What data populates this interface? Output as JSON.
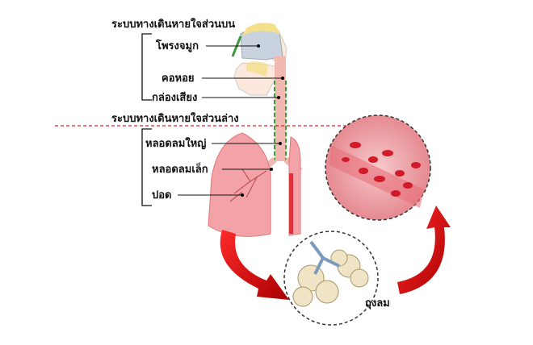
{
  "upper_tract": {
    "title": "ระบบทางเดินหายใจส่วนบน",
    "labels": [
      "โพรงจมูก",
      "คอหอย",
      "กล่องเสียง"
    ]
  },
  "lower_tract": {
    "title": "ระบบทางเดินหายใจส่วนล่าง",
    "labels": [
      "หลอดลมใหญ่",
      "หลอดลมเล็ก",
      "ปอด"
    ]
  },
  "alveoli_label": "ถุงลม",
  "colors": {
    "divider": "#d22",
    "arrow": "#d40000",
    "lung": "#f3a3a8",
    "airway_edge": "#3a9a3a"
  }
}
